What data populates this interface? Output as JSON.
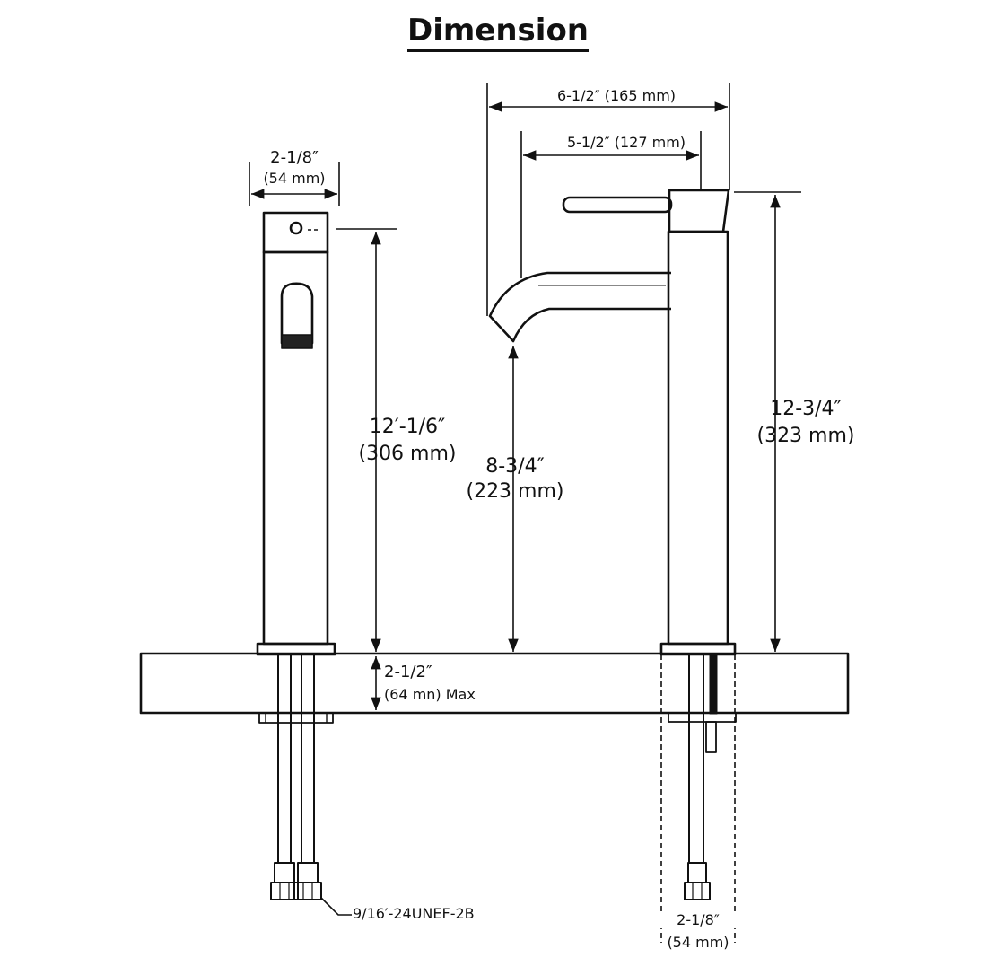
{
  "title": "Dimension",
  "labels": {
    "side_width_in": "2-1/8″",
    "side_width_mm": "(54 mm)",
    "side_height_in": "12′-1/6″",
    "side_height_mm": "(306 mm)",
    "reach_outer": "6-1/2″ (165 mm)",
    "reach_inner": "5-1/2″ (127 mm)",
    "spout_height_in": "8-3/4″",
    "spout_height_mm": "(223 mm)",
    "total_height_in": "12-3/4″",
    "total_height_mm": "(323 mm)",
    "deck_thickness_in": "2-1/2″",
    "deck_thickness_mm": "(64 mn) Max",
    "thread_spec": "9/16′-24UNEF-2B",
    "base_width_in": "2-1/8″",
    "base_width_mm": "(54 mm)"
  }
}
